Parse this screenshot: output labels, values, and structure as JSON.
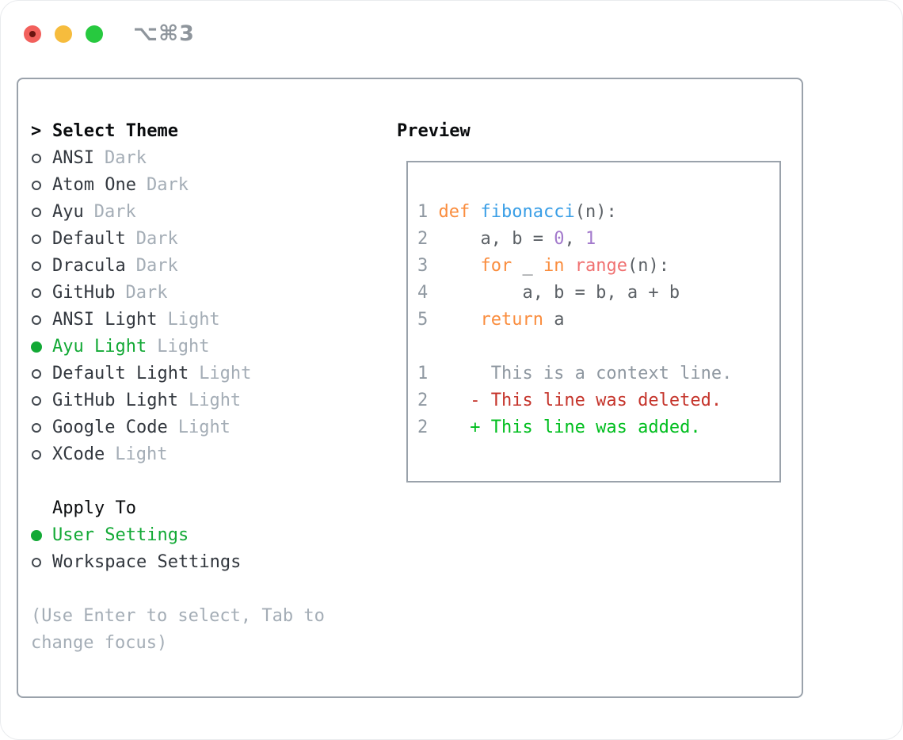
{
  "window": {
    "shortcut_label": "⌥⌘3",
    "traffic_lights": [
      "close",
      "minimize",
      "zoom"
    ]
  },
  "colors": {
    "accent_green": "#12a935",
    "item_text": "#32373e",
    "muted": "#a4adb6",
    "border": "#9aa2ab",
    "header_black": "#0a0c0e",
    "lineno": "#8f98a1",
    "token_colors": {
      "keyword": "#fa8d3e",
      "func": "#399ee6",
      "builtin": "#f07171",
      "number": "#a37acc",
      "fg": "#5c6166",
      "context": "#8f98a1",
      "deleted": "#c5342b",
      "added": "#00be1e"
    },
    "traffic": {
      "close": "#f2605c",
      "close_dot": "#6b1410",
      "minimize": "#f6bc3d",
      "zoom": "#27c93f"
    }
  },
  "theme_panel": {
    "header": {
      "cursor": ">",
      "label": "Select Theme"
    },
    "themes": [
      {
        "name": "ANSI",
        "badge": "Dark",
        "selected": false
      },
      {
        "name": "Atom One",
        "badge": "Dark",
        "selected": false
      },
      {
        "name": "Ayu",
        "badge": "Dark",
        "selected": false
      },
      {
        "name": "Default",
        "badge": "Dark",
        "selected": false
      },
      {
        "name": "Dracula",
        "badge": "Dark",
        "selected": false
      },
      {
        "name": "GitHub",
        "badge": "Dark",
        "selected": false
      },
      {
        "name": "ANSI Light",
        "badge": "Light",
        "selected": false
      },
      {
        "name": "Ayu Light",
        "badge": "Light",
        "selected": true
      },
      {
        "name": "Default Light",
        "badge": "Light",
        "selected": false
      },
      {
        "name": "GitHub Light",
        "badge": "Light",
        "selected": false
      },
      {
        "name": "Google Code",
        "badge": "Light",
        "selected": false
      },
      {
        "name": "XCode",
        "badge": "Light",
        "selected": false
      }
    ],
    "apply_to": {
      "label": "Apply To",
      "options": [
        {
          "name": "User Settings",
          "selected": true
        },
        {
          "name": "Workspace Settings",
          "selected": false
        }
      ]
    },
    "help_lines": [
      "(Use Enter to select, Tab to",
      "change focus)"
    ]
  },
  "preview": {
    "title": "Preview",
    "lines": [
      {
        "num": "1",
        "tokens": [
          {
            "t": "def",
            "c": "keyword"
          },
          {
            "t": " ",
            "c": "fg"
          },
          {
            "t": "fibonacci",
            "c": "func"
          },
          {
            "t": "(n):",
            "c": "fg"
          }
        ]
      },
      {
        "num": "2",
        "tokens": [
          {
            "t": "    a, b = ",
            "c": "fg"
          },
          {
            "t": "0",
            "c": "number"
          },
          {
            "t": ", ",
            "c": "fg"
          },
          {
            "t": "1",
            "c": "number"
          }
        ]
      },
      {
        "num": "3",
        "tokens": [
          {
            "t": "    ",
            "c": "fg"
          },
          {
            "t": "for",
            "c": "keyword"
          },
          {
            "t": " _ ",
            "c": "fg"
          },
          {
            "t": "in",
            "c": "keyword"
          },
          {
            "t": " ",
            "c": "fg"
          },
          {
            "t": "range",
            "c": "builtin"
          },
          {
            "t": "(n):",
            "c": "fg"
          }
        ]
      },
      {
        "num": "4",
        "tokens": [
          {
            "t": "        a, b = b, a + b",
            "c": "fg"
          }
        ]
      },
      {
        "num": "5",
        "tokens": [
          {
            "t": "    ",
            "c": "fg"
          },
          {
            "t": "return",
            "c": "keyword"
          },
          {
            "t": " a",
            "c": "fg"
          }
        ]
      },
      {
        "num": "",
        "tokens": []
      },
      {
        "num": "1",
        "tokens": [
          {
            "t": "     This is a context line.",
            "c": "context"
          }
        ]
      },
      {
        "num": "2",
        "tokens": [
          {
            "t": "   - This line was deleted.",
            "c": "deleted"
          }
        ]
      },
      {
        "num": "2",
        "tokens": [
          {
            "t": "   + This line was added.",
            "c": "added"
          }
        ]
      }
    ]
  }
}
